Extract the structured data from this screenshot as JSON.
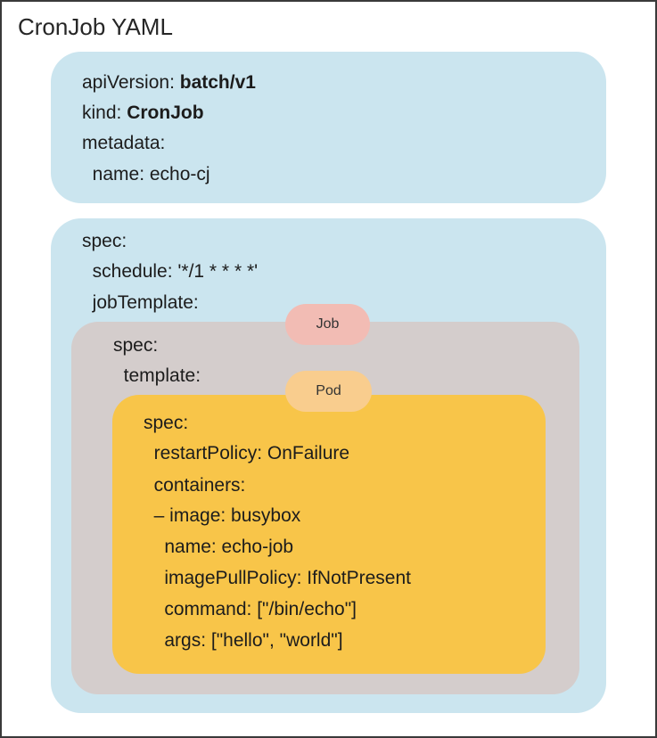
{
  "title": "CronJob YAML",
  "colors": {
    "outer_box": "#cbe5ef",
    "job_box": "#d4cdcc",
    "pod_box": "#f8c549",
    "job_badge": "#f2bcb4",
    "pod_badge": "#f9cd8e"
  },
  "badges": {
    "job": "Job",
    "pod": "Pod"
  },
  "metadata_block": {
    "api_key": "apiVersion: ",
    "api_val": "batch/v1",
    "kind_key": "kind: ",
    "kind_val": "CronJob",
    "metadata": "metadata:",
    "name": "  name: echo-cj"
  },
  "spec_block": {
    "spec": "spec:",
    "schedule": "  schedule: '*/1 * * * *'",
    "job_template": "  jobTemplate:",
    "job_spec": "spec:",
    "template": "  template:"
  },
  "pod_block": {
    "spec": "spec:",
    "restart_policy": "  restartPolicy: OnFailure",
    "containers": "  containers:",
    "image": "  – image: busybox",
    "name": "    name: echo-job",
    "pull_policy": "    imagePullPolicy: IfNotPresent",
    "command": "    command: [\"/bin/echo\"]",
    "args": "    args: [\"hello\", \"world\"]"
  }
}
